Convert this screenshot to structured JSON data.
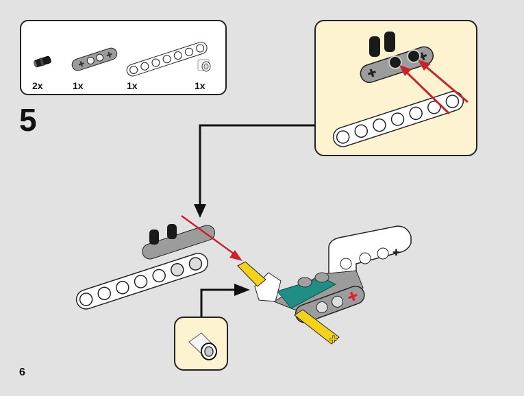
{
  "step": {
    "number": "5"
  },
  "page": {
    "number": "6"
  },
  "parts_list": {
    "items": [
      {
        "part": "black-friction-pin-long",
        "quantity": "2x",
        "color": "#1a1a1a"
      },
      {
        "part": "gray-beam-4-thin",
        "quantity": "1x",
        "color": "#9c9c9c"
      },
      {
        "part": "white-beam-7",
        "quantity": "1x",
        "color": "#ffffff"
      },
      {
        "part": "white-bush-sleeve",
        "quantity": "1x",
        "color": "#ffffff"
      }
    ]
  },
  "callouts": {
    "top": {
      "description": "Insert two black pins through gray beam into white 7-hole beam"
    },
    "small": {
      "description": "White bush sleeve"
    }
  },
  "colors": {
    "background": "#e2e2e2",
    "callout_bg": "#fdf3d0",
    "arrow_red": "#c8232c",
    "teal": "#1f8f86",
    "yellow": "#f4d21c",
    "gray": "#9c9c9c"
  }
}
